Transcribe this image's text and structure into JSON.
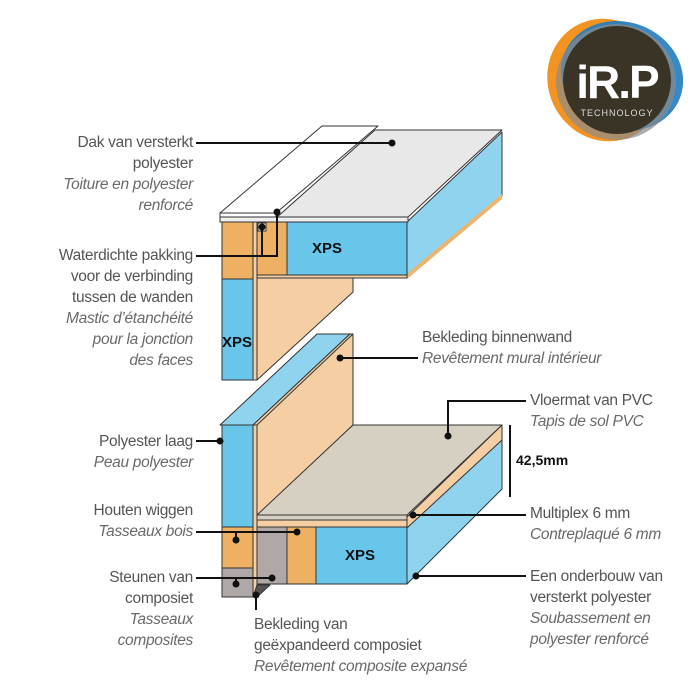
{
  "logo": {
    "main": "iR.P",
    "sub": "TECHNOLOGY"
  },
  "diagram": {
    "xps_label": "XPS",
    "dimension": "42,5mm",
    "labels": {
      "roof": {
        "nl": [
          "Dak van versterkt",
          "polyester"
        ],
        "fr": [
          "Toiture en polyester",
          "renforcé"
        ]
      },
      "seal": {
        "nl": [
          "Waterdichte pakking",
          "voor de verbinding",
          "tussen de wanden"
        ],
        "fr": [
          "Mastic d’étanchéité",
          "pour la jonction",
          "des faces"
        ]
      },
      "polyester_layer": {
        "nl": [
          "Polyester laag"
        ],
        "fr": [
          "Peau polyester"
        ]
      },
      "wood_wedges": {
        "nl": [
          "Houten wiggen"
        ],
        "fr": [
          "Tasseaux bois"
        ]
      },
      "composite_supports": {
        "nl": [
          "Steunen van",
          "composiet"
        ],
        "fr": [
          "Tasseaux",
          "composites"
        ]
      },
      "inner_wall": {
        "nl": [
          "Bekleding binnenwand"
        ],
        "fr": [
          "Revêtement mural intérieur"
        ]
      },
      "pvc_floor": {
        "nl": [
          "Vloermat van PVC"
        ],
        "fr": [
          "Tapis de sol PVC"
        ]
      },
      "multiplex": {
        "nl": [
          "Multiplex 6 mm"
        ],
        "fr": [
          "Contreplaqué 6 mm"
        ]
      },
      "substructure": {
        "nl": [
          "Een onderbouw van",
          "versterkt polyester"
        ],
        "fr": [
          "Soubassement en",
          "polyester renforcé"
        ]
      },
      "expanded_composite": {
        "nl": [
          "Bekleding van",
          "geëxpandeerd composiet"
        ],
        "fr": [
          "Revêtement composite expansé"
        ]
      }
    }
  }
}
